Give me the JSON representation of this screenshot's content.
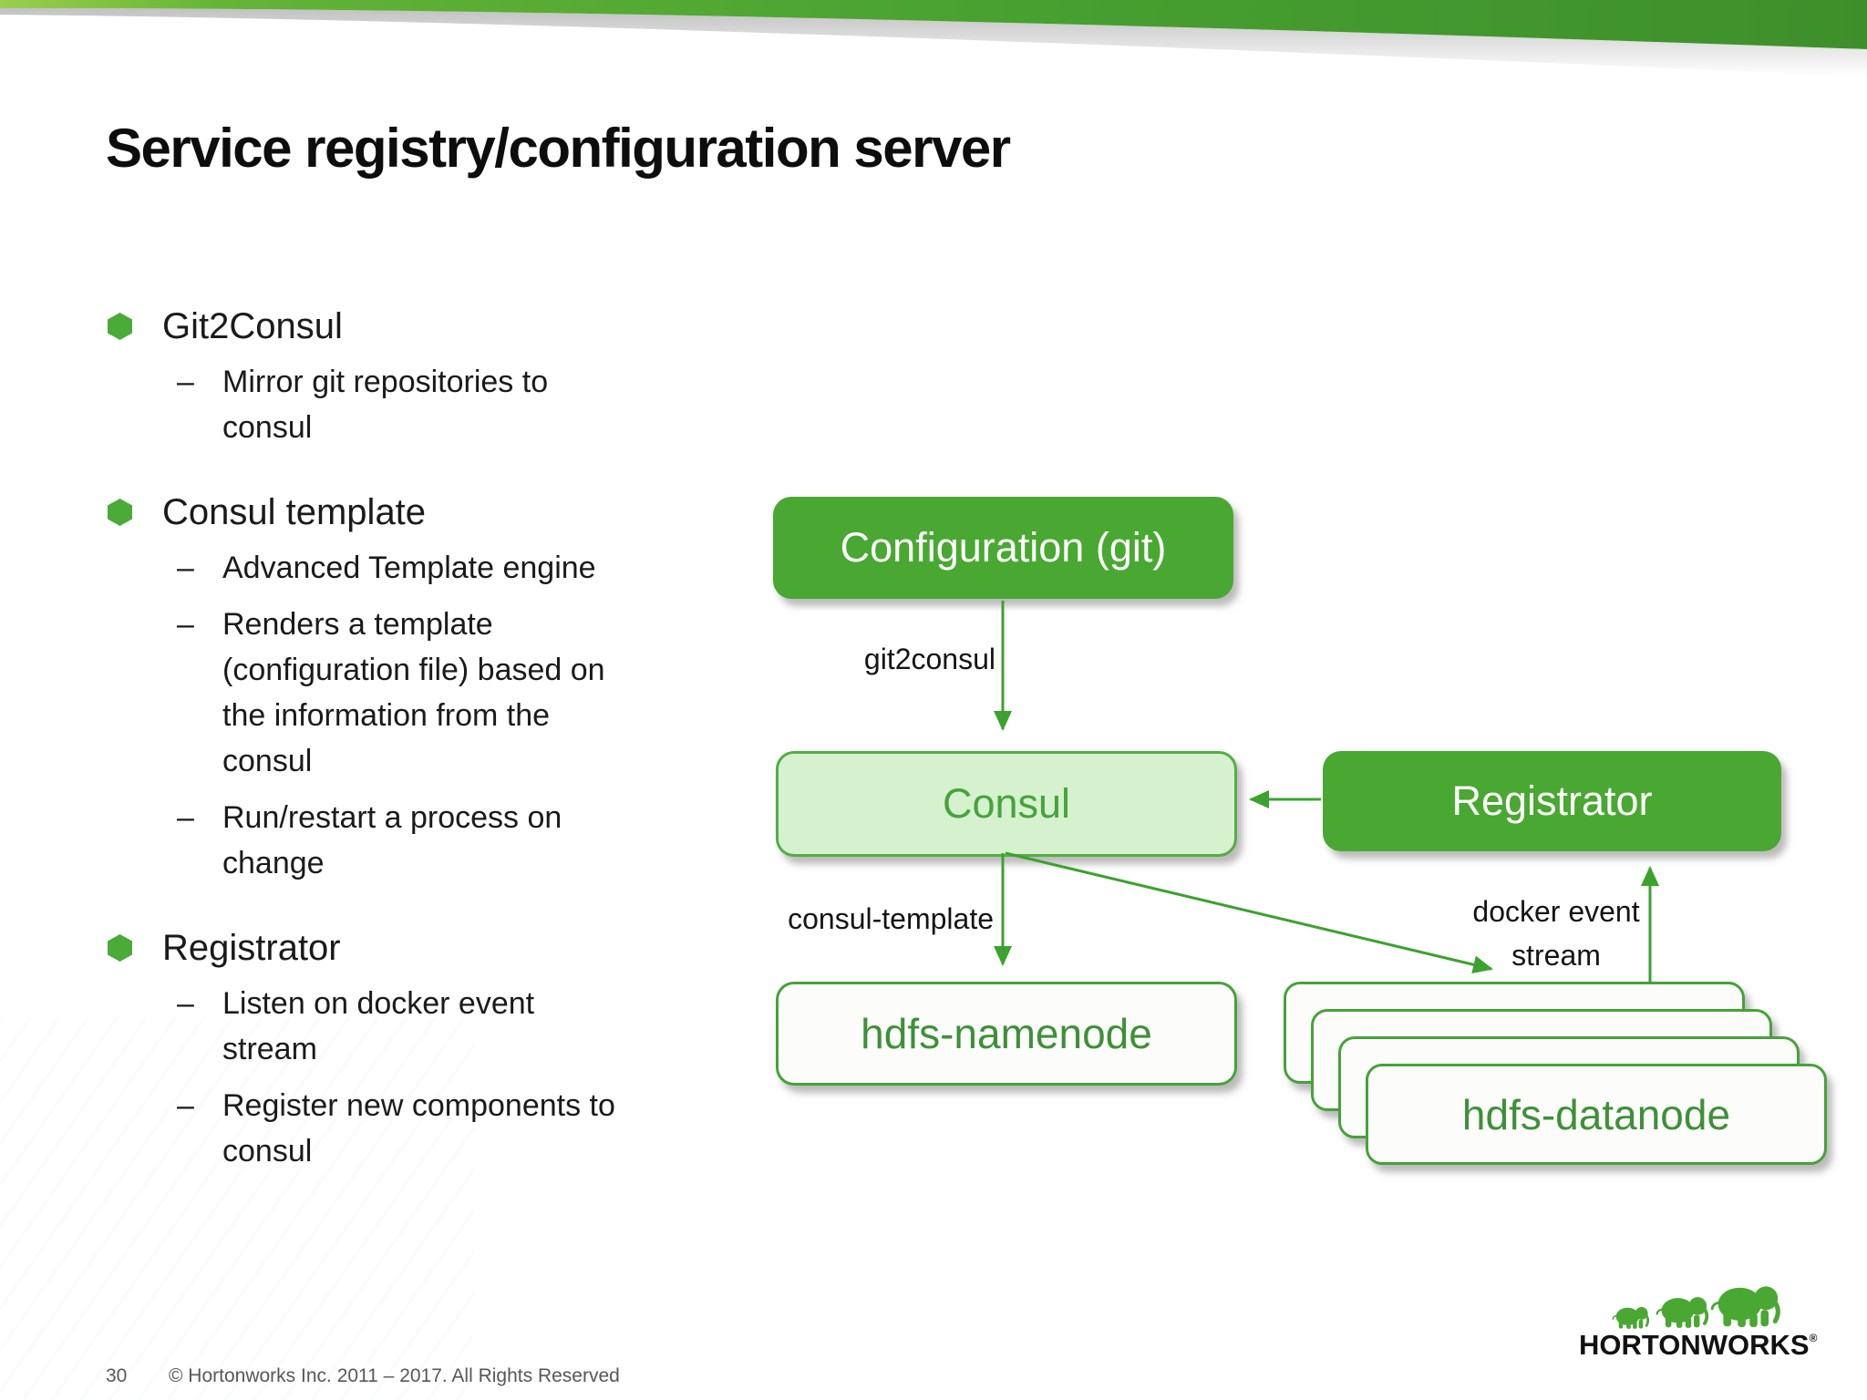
{
  "slide": {
    "title": "Service registry/configuration server",
    "page_number": "30",
    "copyright": "© Hortonworks Inc. 2011 – 2017. All Rights Reserved"
  },
  "markers": {
    "sub_bullet_dash": "–"
  },
  "colors": {
    "brand_green": "#49A832",
    "hex_green": "#4AAB39",
    "light_green_fill": "#D5F1CE",
    "box_border_green": "#46A238",
    "box_text_green": "#3E9038",
    "arrow_green": "#3BA22E",
    "text_black": "#1A1A1A",
    "footer_gray": "#575757",
    "band_green_light": "#9BCE4D",
    "band_green_dark": "#3E8F2B"
  },
  "bullets": [
    {
      "title": "Git2Consul",
      "items": [
        "Mirror git repositories to\nconsul"
      ]
    },
    {
      "title": "Consul template",
      "items": [
        "Advanced Template engine",
        "Renders a template\n(configuration file) based on\nthe information from the\nconsul",
        "Run/restart a process on\nchange"
      ]
    },
    {
      "title": "Registrator",
      "items": [
        "Listen on docker event\nstream",
        "Register new components to\nconsul"
      ]
    }
  ],
  "diagram": {
    "nodes": {
      "configuration": {
        "label": "Configuration (git)"
      },
      "consul": {
        "label": "Consul"
      },
      "registrator": {
        "label": "Registrator"
      },
      "hdfs_namenode": {
        "label": "hdfs-namenode"
      },
      "hdfs_datanode": {
        "label": "hdfs-datanode"
      }
    },
    "edges": {
      "git2consul": {
        "label": "git2consul"
      },
      "consul_template": {
        "label": "consul-template"
      },
      "docker_event_stream": {
        "label": "docker event\nstream"
      }
    }
  },
  "logo": {
    "brand": "HORTONWORKS",
    "registered_mark": "®"
  }
}
